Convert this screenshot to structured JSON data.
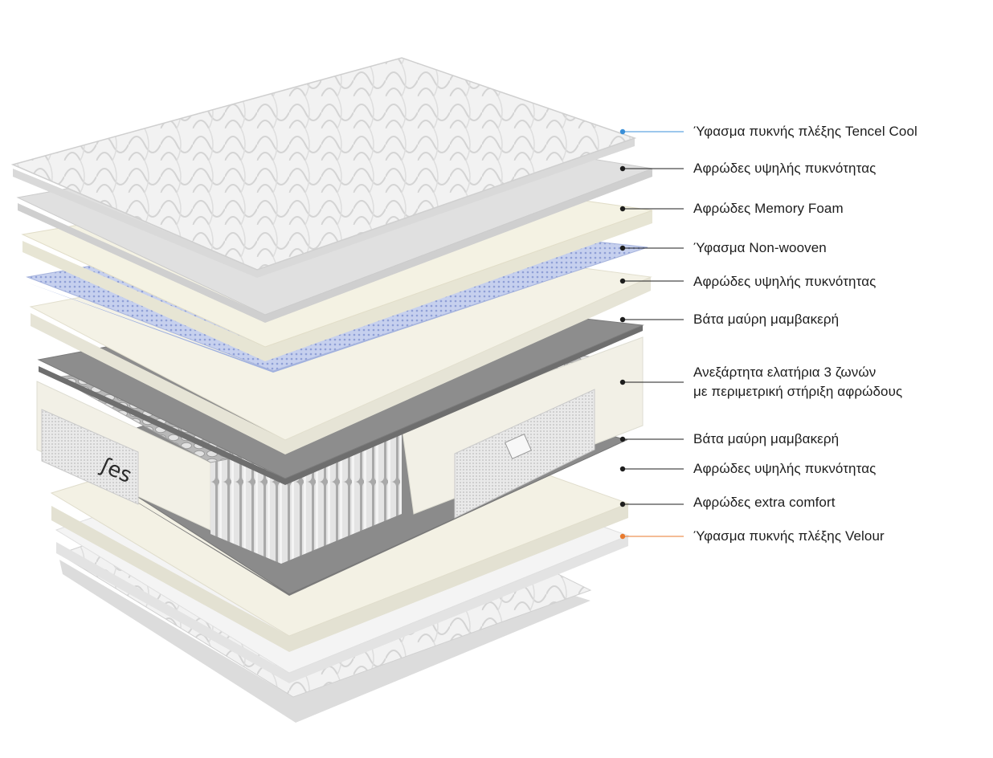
{
  "layers": [
    {
      "label": "Ύφασμα πυκνής πλέξης Tencel Cool",
      "leader_color": "#3a8fd8"
    },
    {
      "label": "Αφρώδες υψηλής πυκνότητας",
      "leader_color": "#1d1d1d"
    },
    {
      "label": "Αφρώδες Memory Foam",
      "leader_color": "#1d1d1d"
    },
    {
      "label": "Ύφασμα Non-wooven",
      "leader_color": "#1d1d1d"
    },
    {
      "label": "Αφρώδες υψηλής πυκνότητας",
      "leader_color": "#1d1d1d"
    },
    {
      "label": "Βάτα μαύρη μαμβακερή",
      "leader_color": "#1d1d1d"
    },
    {
      "label": "Ανεξάρτητα ελατήρια 3 ζωνών",
      "label_line2": "με περιμετρική στήριξη αφρώδους",
      "leader_color": "#1d1d1d"
    },
    {
      "label": "Βάτα μαύρη μαμβακερή",
      "leader_color": "#1d1d1d"
    },
    {
      "label": "Αφρώδες υψηλής πυκνότητας",
      "leader_color": "#1d1d1d"
    },
    {
      "label": "Αφρώδες extra comfort",
      "leader_color": "#1d1d1d"
    },
    {
      "label": "Ύφασμα πυκνής πλέξης Velour",
      "leader_color": "#e87a2e"
    }
  ],
  "colors": {
    "quilted_fabric": "#f1f1f1",
    "foam_white": "#f5f5f3",
    "foam_cream": "#f1efe1",
    "foam_gray": "#dcdcdc",
    "non_woven_blue": "#b9c6ea",
    "batting_dark": "#8a8a8a",
    "spring_gray": "#cfcfcf"
  }
}
